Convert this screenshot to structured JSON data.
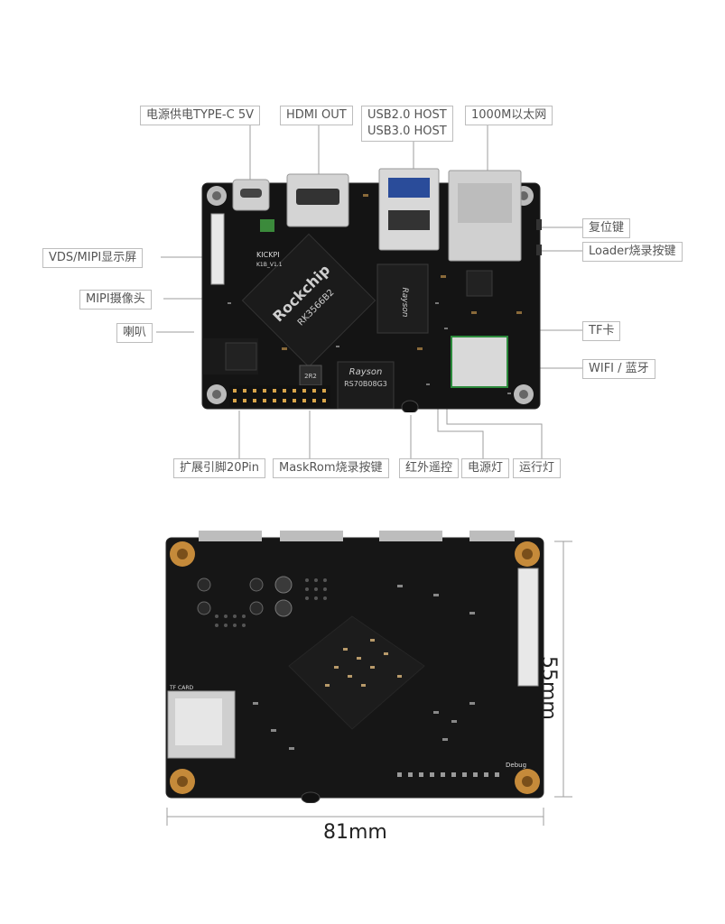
{
  "labels": {
    "power": "电源供电TYPE-C 5V",
    "hdmi": "HDMI OUT",
    "usb_line1": "USB2.0 HOST",
    "usb_line2": "USB3.0 HOST",
    "ethernet": "1000M以太网",
    "lvds": "VDS/MIPI显示屏",
    "mipi_cam": "MIPI摄像头",
    "speaker": "喇叭",
    "reset": "复位键",
    "loader": "Loader烧录按键",
    "tf": "TF卡",
    "wifi": "WIFI / 蓝牙",
    "gpio": "扩展引脚20Pin",
    "maskrom": "MaskRom烧录按键",
    "ir": "红外遥控",
    "power_led": "电源灯",
    "run_led": "运行灯"
  },
  "board_text": {
    "brand": "KICKPI",
    "model": "K1B_V1.1",
    "soc_brand": "Rockchip",
    "soc_model": "RK3566B2",
    "ram_brand": "Rayson",
    "emmc_brand": "Rayson",
    "emmc_model": "RS70B08G3",
    "inductor": "2R2",
    "tf_card": "TF CARD",
    "debug": "Debug"
  },
  "dimensions": {
    "width": "81mm",
    "height": "55mm"
  },
  "colors": {
    "pcb": "#141414",
    "pcb_edge": "#1e1e1e",
    "metal": "#c9c9c9",
    "label_border": "#bdbdbd",
    "gold": "#c58a3a"
  }
}
